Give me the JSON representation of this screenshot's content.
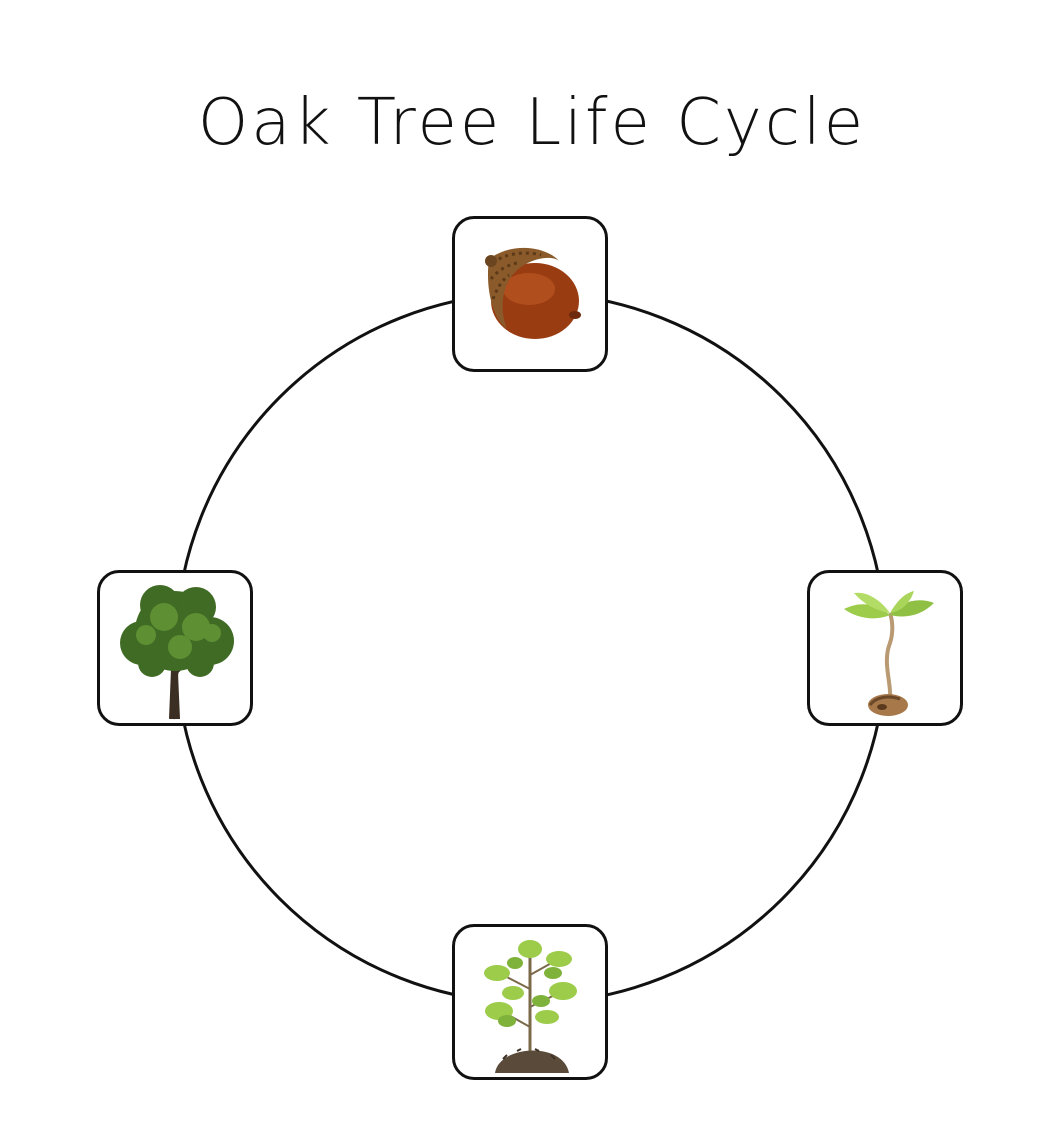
{
  "title": "Oak Tree Life Cycle",
  "stages": [
    {
      "id": "acorn",
      "icon": "acorn-icon"
    },
    {
      "id": "sprout",
      "icon": "sprouting-acorn-icon"
    },
    {
      "id": "sapling",
      "icon": "oak-sapling-icon"
    },
    {
      "id": "tree",
      "icon": "mature-oak-tree-icon"
    }
  ],
  "colors": {
    "line": "#111111",
    "acorn_shell": "#9a3c12",
    "acorn_cap": "#8a5a2b",
    "leaf_light": "#9ccc4a",
    "leaf_dark": "#3f6b24",
    "soil": "#5a4a3a"
  }
}
